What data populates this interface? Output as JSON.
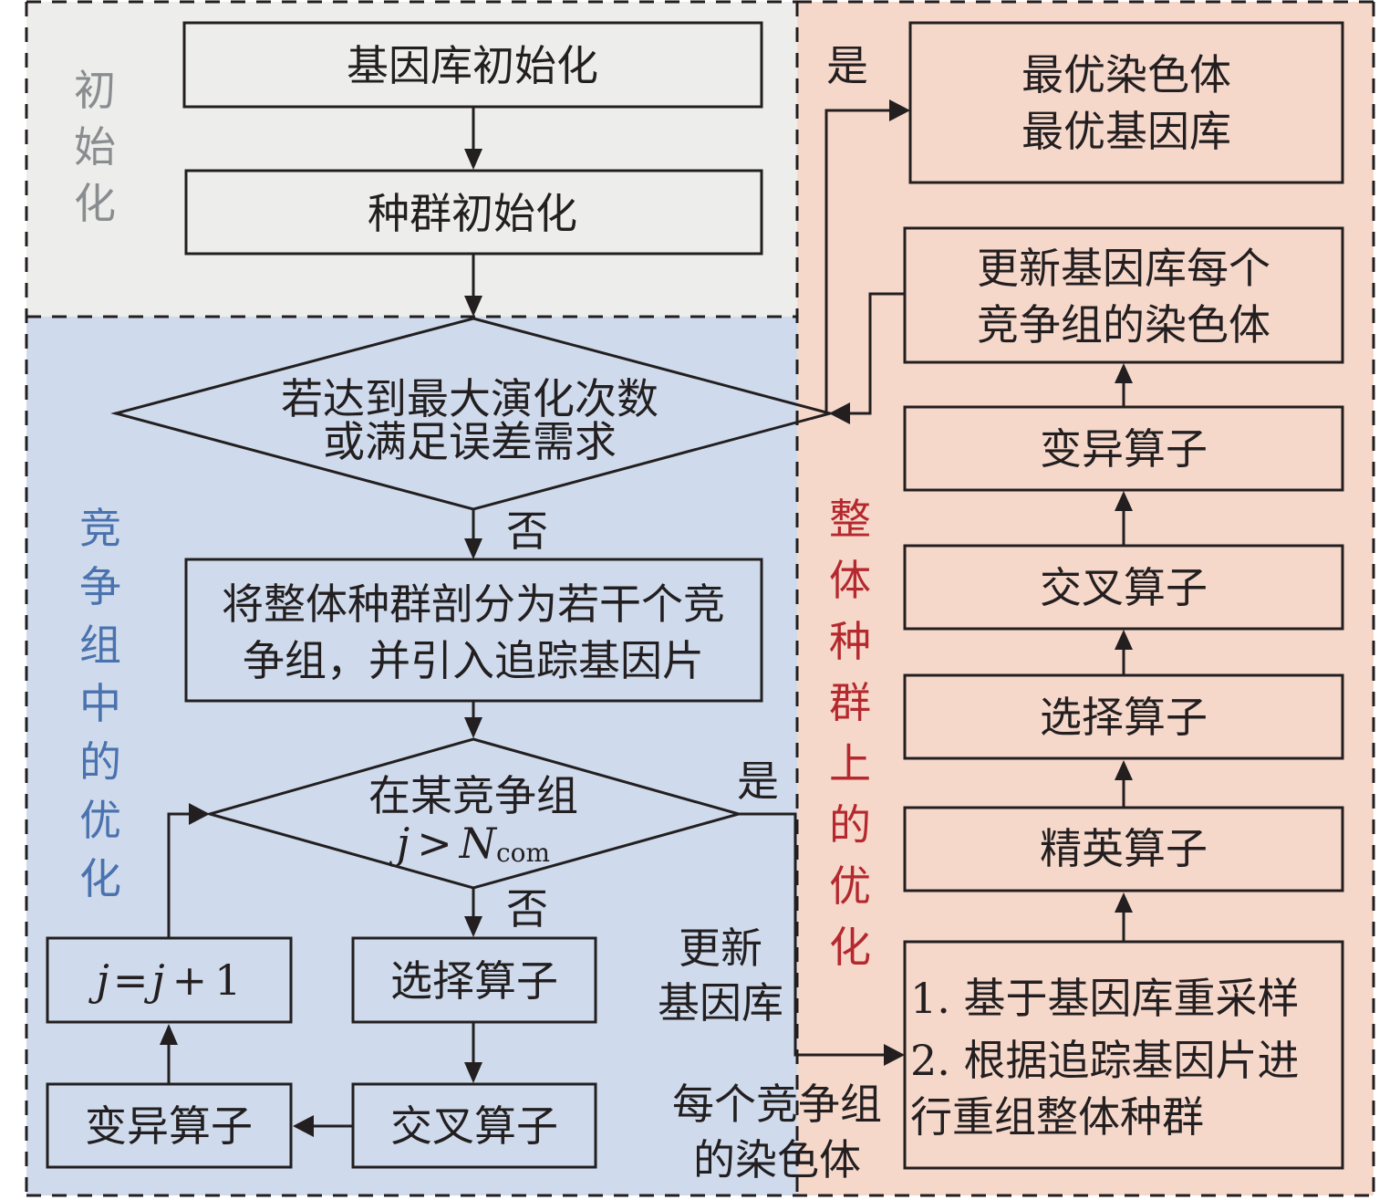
{
  "colors": {
    "init_region": "#ededeb",
    "competition_region": "#cfdbec",
    "global_region": "#f6d8cb",
    "init_label": "#8a8d90",
    "competition_label": "#4a72ae",
    "global_label": "#b4282e",
    "stroke": "#231f20"
  },
  "regions": {
    "init": {
      "label": [
        "初",
        "始",
        "化"
      ]
    },
    "competition": {
      "label": [
        "竞",
        "争",
        "组",
        "中",
        "的",
        "优",
        "化"
      ]
    },
    "global": {
      "label": [
        "整",
        "体",
        "种",
        "群",
        "上",
        "的",
        "优",
        "化"
      ]
    }
  },
  "nodes": {
    "gene_pool_init": "基因库初始化",
    "population_init": "种群初始化",
    "termination_check": [
      "若达到最大演化次数",
      "或满足误差需求"
    ],
    "split_groups": [
      "将整体种群剖分为若干个竞",
      "争组，并引入追踪基因片"
    ],
    "group_check": {
      "line1": "在某竞争组",
      "var": "j",
      "op": ">",
      "N": "N",
      "sub": "com"
    },
    "left_selection": "选择算子",
    "left_crossover": "交叉算子",
    "left_mutation": "变异算子",
    "increment": {
      "lhs": "j",
      "eq": "=",
      "rhs": "j",
      "plus": "+",
      "one": "1"
    },
    "best_output": [
      "最优染色体",
      "最优基因库"
    ],
    "update_gene_pool": [
      "更新基因库每个",
      "竞争组的染色体"
    ],
    "right_mutation": "变异算子",
    "right_crossover": "交叉算子",
    "right_selection": "选择算子",
    "elite": "精英算子",
    "resample": [
      "1. 基于基因库重采样",
      "2. 根据追踪基因片进",
      "行重组整体种群"
    ]
  },
  "edge_labels": {
    "yes_top": "是",
    "no_top": "否",
    "yes_group": "是",
    "no_group": "否",
    "update_pool": [
      "更新",
      "基因库"
    ],
    "group_chromosomes": [
      "每个竞争组",
      "的染色体"
    ]
  }
}
